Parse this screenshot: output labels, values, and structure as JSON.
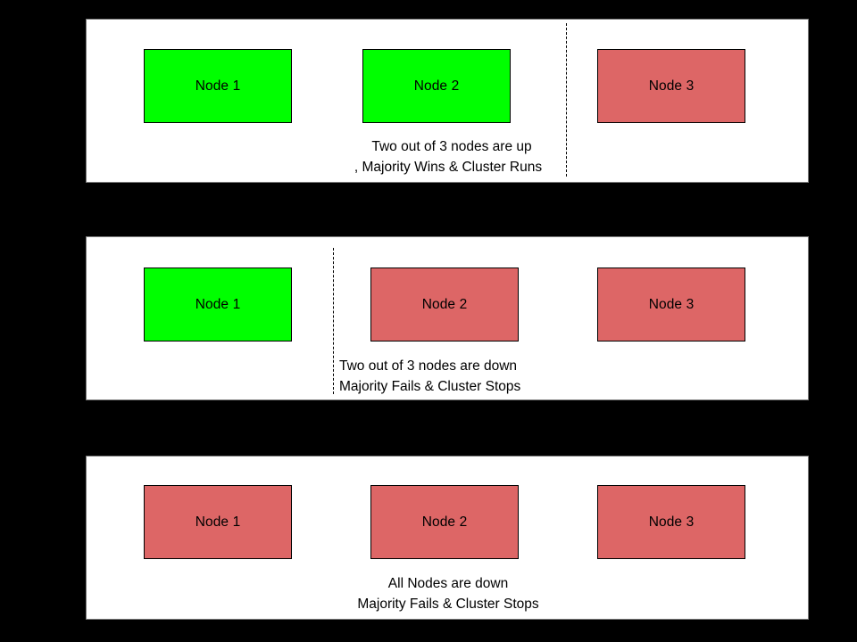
{
  "diagram": {
    "title": "Cluster quorum / majority scenarios",
    "background_color": "#000000",
    "panel_background": "#ffffff",
    "node_up_color": "#00ff00",
    "node_down_color": "#dd6666",
    "node_border_color": "#000000",
    "text_color": "#000000"
  },
  "panels": [
    {
      "id": "scenario-two-up",
      "nodes": [
        {
          "label": "Node 1",
          "state": "up"
        },
        {
          "label": "Node 2",
          "state": "up"
        },
        {
          "label": "Node 3",
          "state": "down"
        }
      ],
      "divider": "dashed-vertical",
      "caption_lines": [
        "Two out of 3 nodes are up",
        ", Majority Wins & Cluster Runs"
      ]
    },
    {
      "id": "scenario-two-down",
      "nodes": [
        {
          "label": "Node 1",
          "state": "up"
        },
        {
          "label": "Node 2",
          "state": "down"
        },
        {
          "label": "Node 3",
          "state": "down"
        }
      ],
      "divider": "dashed-vertical",
      "caption_lines": [
        "Two out of 3 nodes are down",
        "Majority Fails & Cluster Stops"
      ]
    },
    {
      "id": "scenario-all-down",
      "nodes": [
        {
          "label": "Node 1",
          "state": "down"
        },
        {
          "label": "Node 2",
          "state": "down"
        },
        {
          "label": "Node 3",
          "state": "down"
        }
      ],
      "divider": null,
      "caption_lines": [
        "All Nodes are down",
        "Majority Fails & Cluster Stops"
      ]
    }
  ]
}
